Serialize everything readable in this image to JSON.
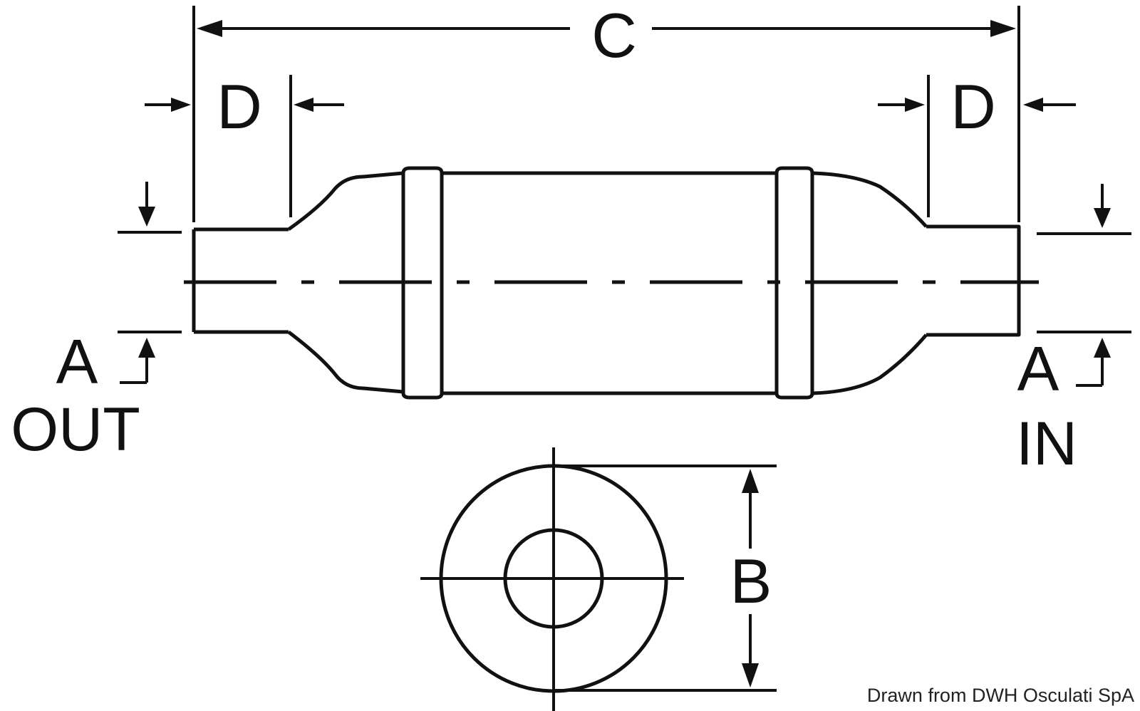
{
  "diagram": {
    "labels": {
      "overall_length": "C",
      "port_length_left": "D",
      "port_length_right": "D",
      "port_diameter_left": "A",
      "port_diameter_right": "A",
      "body_diameter": "B"
    },
    "ports": {
      "outlet": "OUT",
      "inlet": "IN"
    },
    "credit": "Drawn from DWH Osculati SpA",
    "colors": {
      "line": "#111111",
      "background": "#ffffff"
    }
  }
}
